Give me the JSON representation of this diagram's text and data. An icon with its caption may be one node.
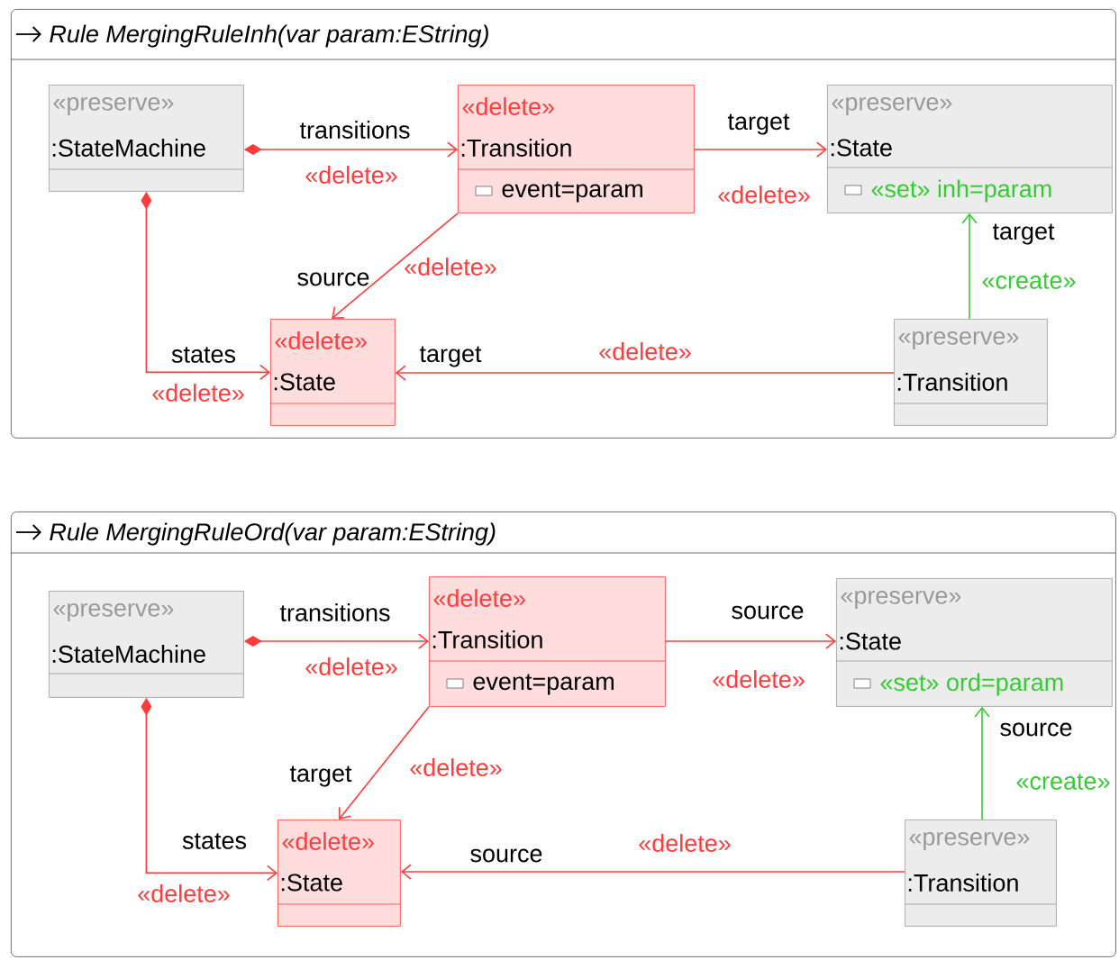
{
  "diagram": {
    "nodes": [
      {
        "text": [
          "Rule MergingRuleInh(var param:EString)"
        ]
      },
      {
        "text": [
          "«preserve»",
          ":StateMachine"
        ],
        "in": 0
      },
      {
        "text": [
          "«delete»",
          ":Transition",
          "event=param"
        ],
        "in": 0
      },
      {
        "text": [
          "«preserve»",
          ":State",
          "«set» inh=param"
        ],
        "in": 0
      },
      {
        "text": [
          "«delete»",
          ":State"
        ],
        "in": 0
      },
      {
        "text": [
          "«preserve»",
          ":Transition"
        ],
        "in": 0
      },
      {
        "text": [
          "Rule MergingRuleOrd(var param:EString)"
        ]
      },
      {
        "text": [
          "«preserve»",
          ":StateMachine"
        ],
        "in": 6
      },
      {
        "text": [
          "«delete»",
          ":Transition",
          "event=param"
        ],
        "in": 6
      },
      {
        "text": [
          "«preserve»",
          ":State",
          "«set» ord=param"
        ],
        "in": 6
      },
      {
        "text": [
          "«delete»",
          ":State"
        ],
        "in": 6
      },
      {
        "text": [
          "«preserve»",
          ":Transition"
        ],
        "in": 6
      }
    ],
    "edges": [
      {
        "from": 1,
        "to": 2,
        "arrow": "to",
        "label": "transitions"
      },
      {
        "from": 2,
        "to": 3,
        "arrow": "to",
        "label": "target"
      },
      {
        "from": 2,
        "to": 4,
        "arrow": "to",
        "label": "source"
      },
      {
        "from": 1,
        "to": 4,
        "arrow": "to",
        "label": "states"
      },
      {
        "from": 5,
        "to": 4,
        "arrow": "to",
        "label": "target"
      },
      {
        "from": 5,
        "to": 3,
        "arrow": "to",
        "label": "target",
        "color": "#33cc33"
      },
      {
        "from": 7,
        "to": 8,
        "arrow": "to",
        "label": "transitions"
      },
      {
        "from": 8,
        "to": 9,
        "arrow": "to",
        "label": "source"
      },
      {
        "from": 8,
        "to": 10,
        "arrow": "to",
        "label": "target"
      },
      {
        "from": 7,
        "to": 10,
        "arrow": "to",
        "label": "states"
      },
      {
        "from": 11,
        "to": 10,
        "arrow": "to",
        "label": "source"
      },
      {
        "from": 11,
        "to": 9,
        "arrow": "to",
        "label": "source",
        "color": "#33cc33"
      }
    ],
    "labels": [
      "«delete»",
      "«delete»",
      "«delete»",
      "«delete»",
      "«delete»",
      "«create»",
      "«delete»",
      "«delete»",
      "«delete»",
      "«delete»",
      "«delete»",
      "«create»"
    ]
  }
}
